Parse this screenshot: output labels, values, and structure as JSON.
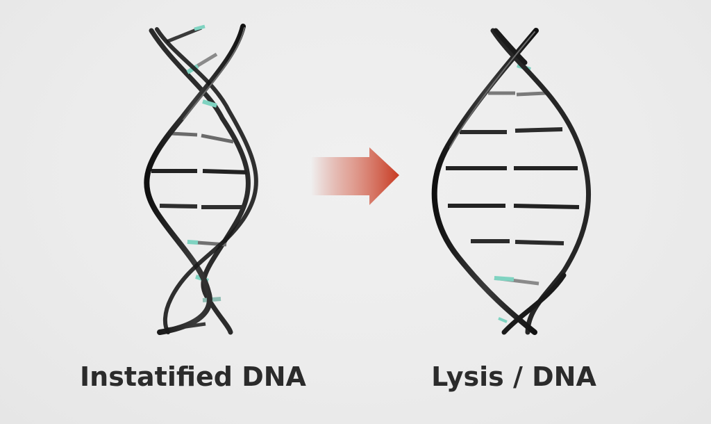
{
  "panels": {
    "left": {
      "label": "Instatified DNA"
    },
    "right": {
      "label": "Lysis / DNA"
    }
  },
  "arrow": {
    "direction": "right"
  },
  "colors": {
    "background": "#ebebeb",
    "strand": "#1e1e1e",
    "rung": "#2a2a2a",
    "accent_teal": "#7fd3c1",
    "arrow_red": "#c9412b",
    "label": "#2b2b2b"
  }
}
